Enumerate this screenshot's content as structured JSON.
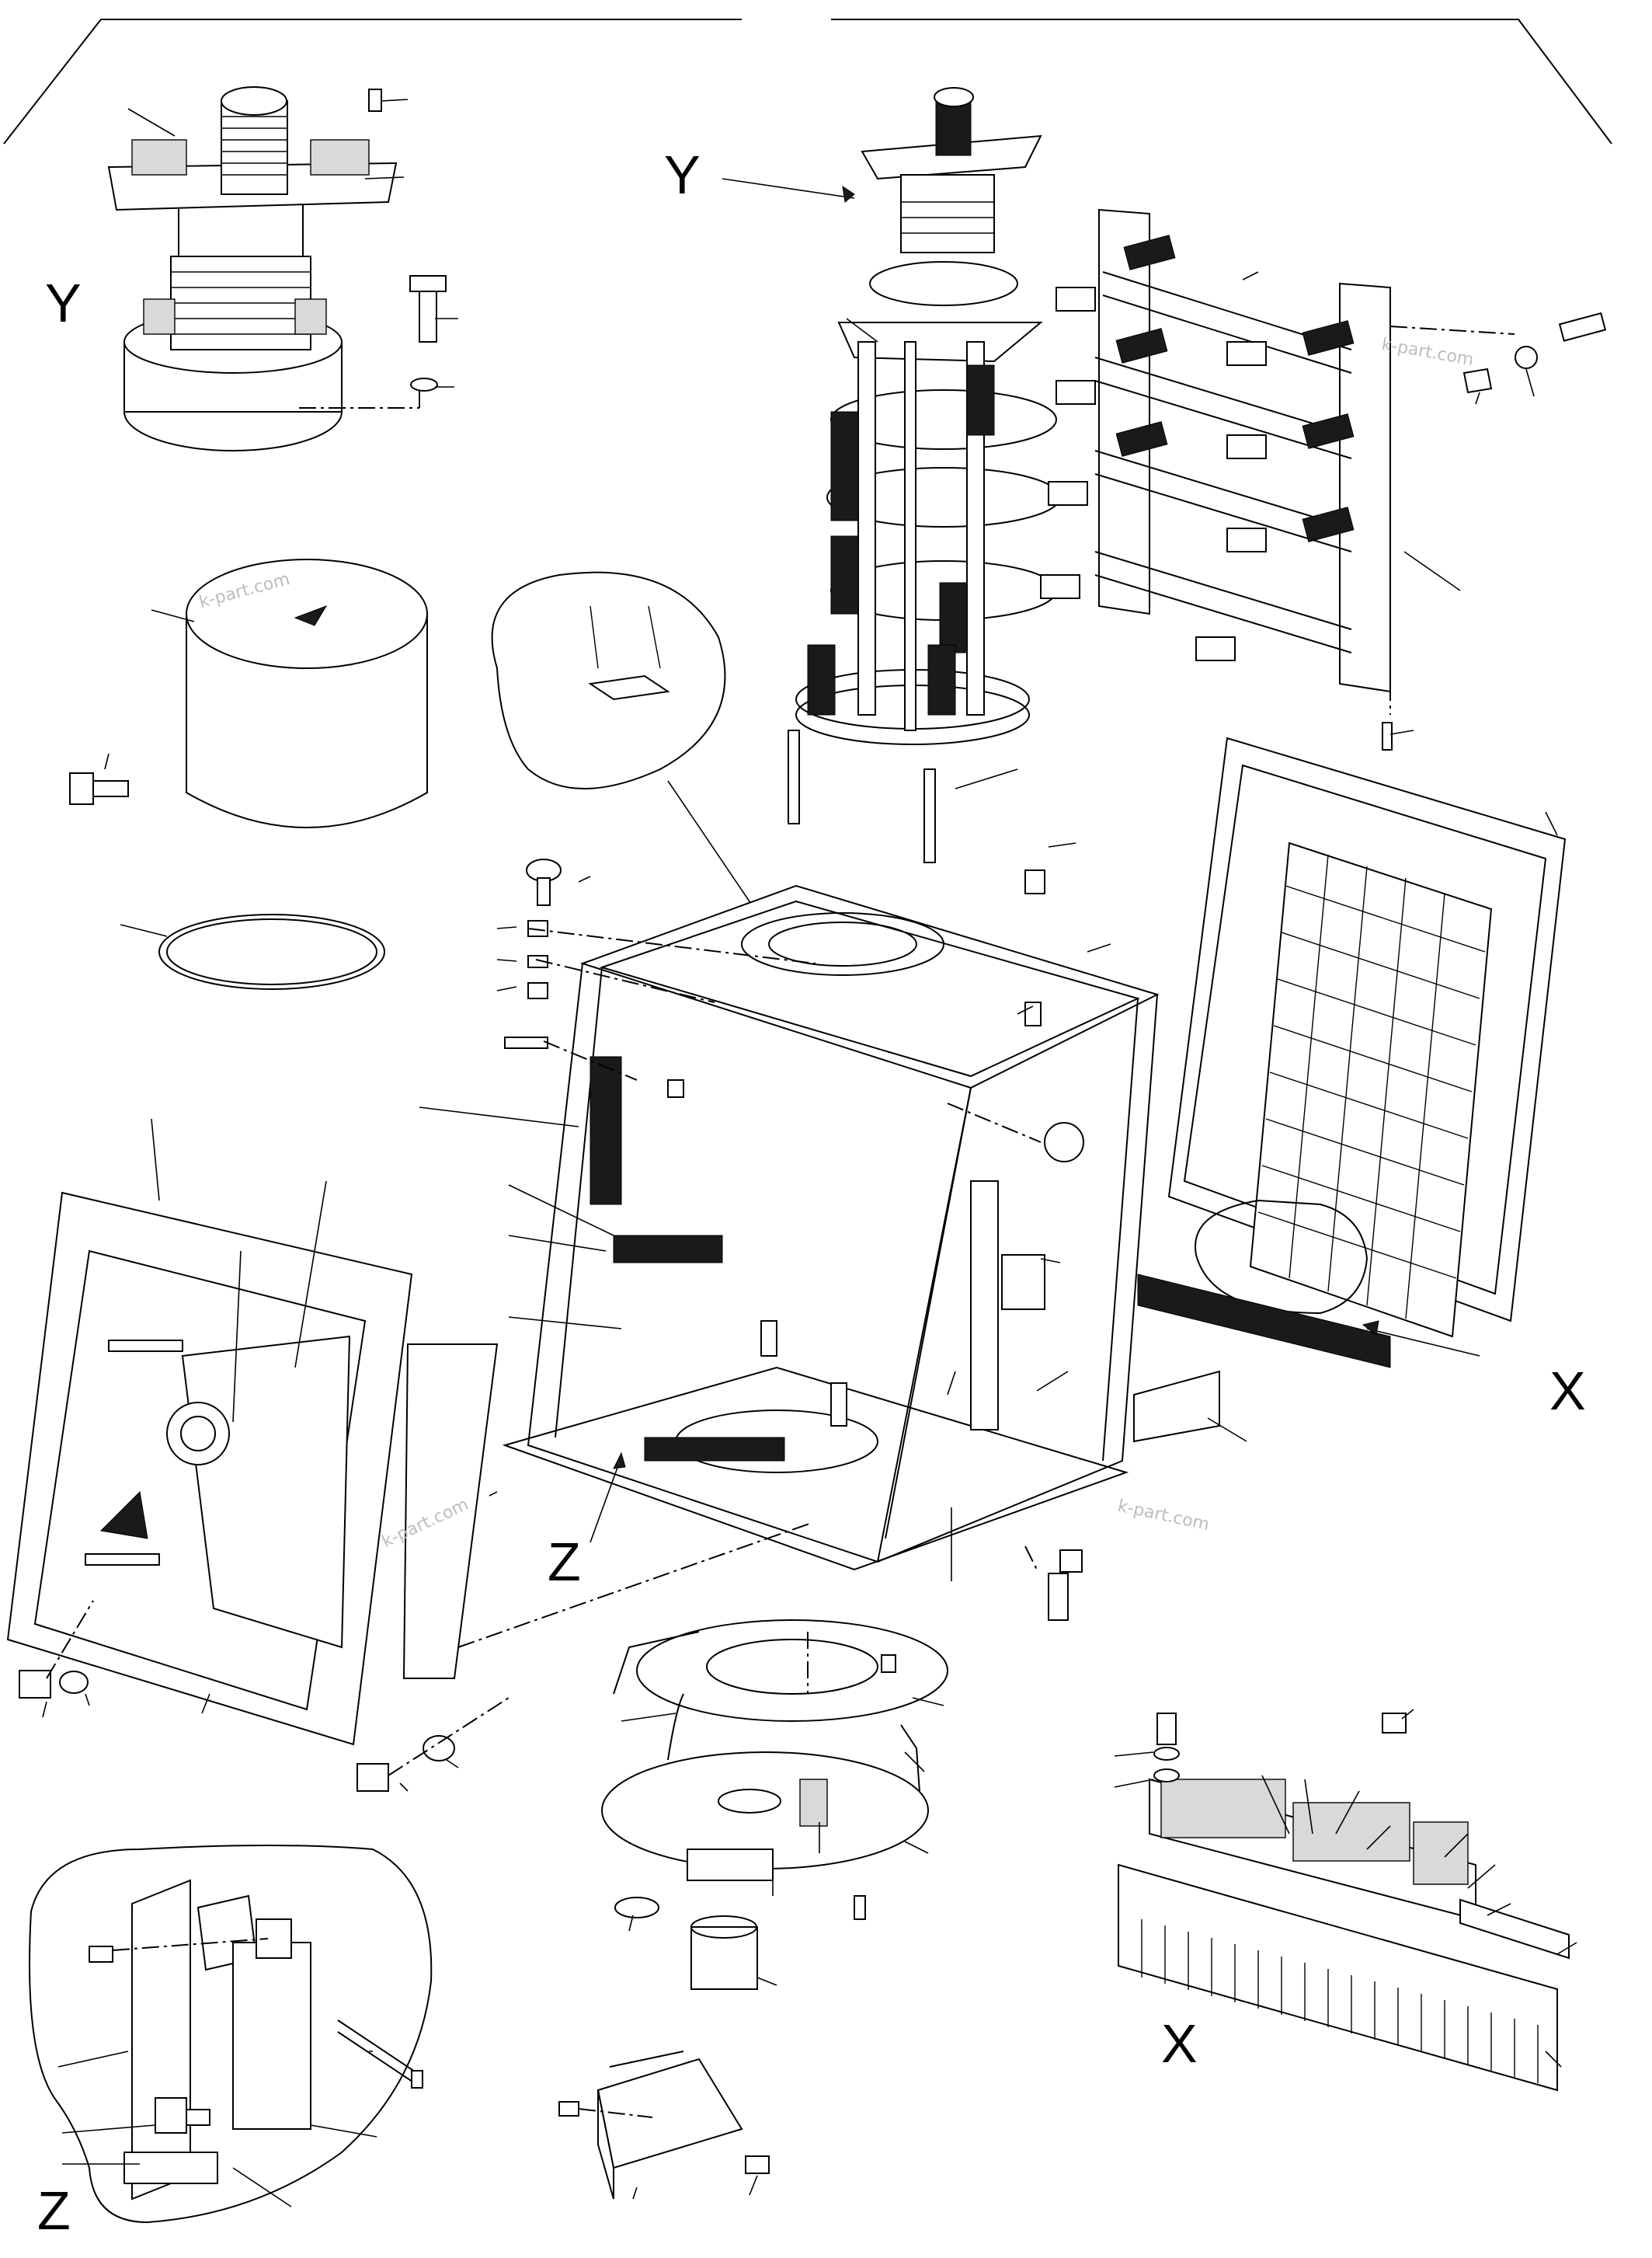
{
  "callouts": {
    "y_detail": "Y",
    "y_main": "Y",
    "x_main": "X",
    "x_detail": "X",
    "z_main": "Z",
    "z_detail": "Z"
  },
  "watermarks": [
    "k-part.com",
    "k-part.com",
    "k-part.com",
    "k-part.com"
  ]
}
